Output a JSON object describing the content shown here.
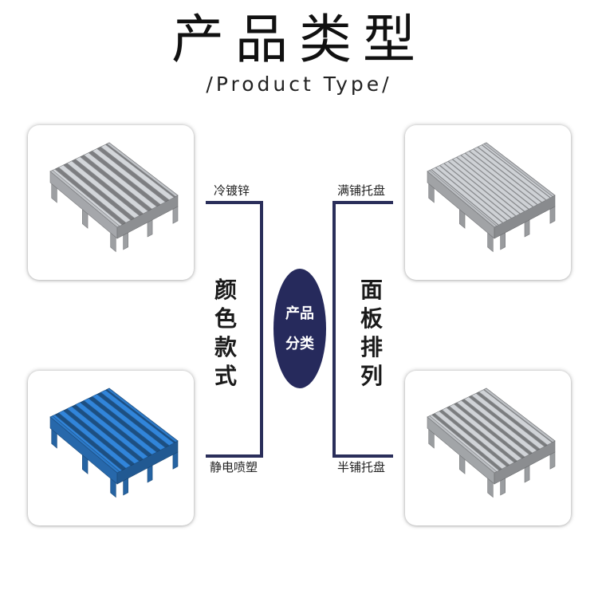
{
  "header": {
    "title": "产品类型",
    "subtitle": "/Product Type/"
  },
  "left": {
    "top_label": "冷镀锌",
    "bottom_label": "静电喷塑",
    "category_chars": [
      "颜",
      "色",
      "款",
      "式"
    ]
  },
  "right": {
    "top_label": "满铺托盘",
    "bottom_label": "半铺托盘",
    "category_chars": [
      "面",
      "板",
      "排",
      "列"
    ]
  },
  "center": {
    "line1": "产品",
    "line2": "分类"
  },
  "products": [
    {
      "variant": "galvanized",
      "color": "#c9ccd0"
    },
    {
      "variant": "full-deck",
      "color": "#c4c7cb"
    },
    {
      "variant": "powder-coated",
      "color": "#2f7fd0"
    },
    {
      "variant": "half-deck",
      "color": "#c6c9cd"
    }
  ],
  "colors": {
    "accent": "#262a5c",
    "bracket": "#2a2e5a",
    "steel": "#c9ccd0",
    "blue": "#2f7fd0"
  }
}
